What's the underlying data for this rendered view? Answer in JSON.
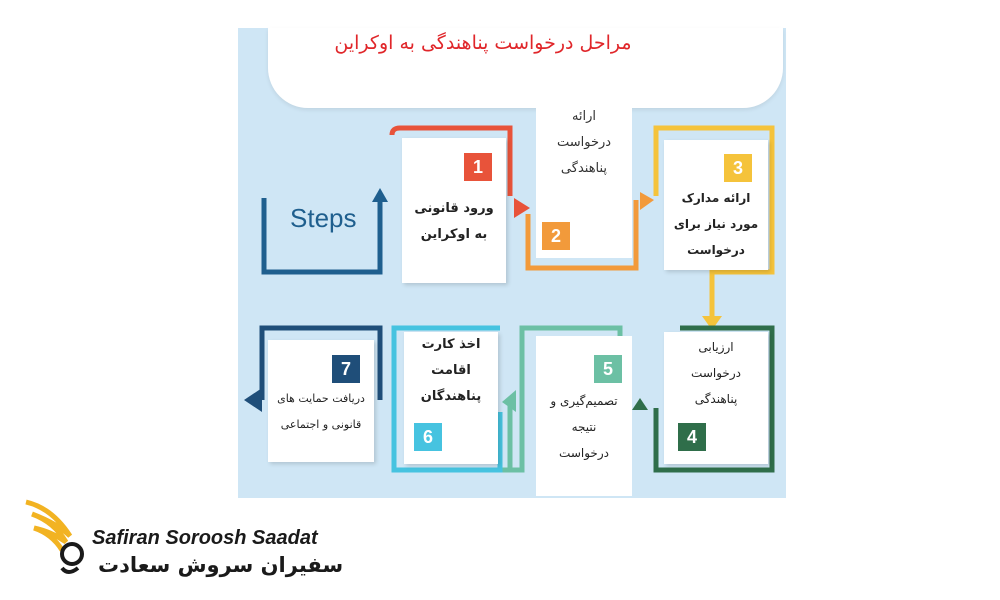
{
  "title": "مراحل درخواست پناهندگی به اوکراین",
  "steps_label": "Steps",
  "steps": [
    {
      "number": "1",
      "lines": [
        "ورود قانونی",
        "به اوکراین"
      ],
      "color": "#e8533a"
    },
    {
      "number": "2",
      "lines": [
        "ارائه",
        "درخواست",
        "پناهندگی"
      ],
      "color": "#f29a3b"
    },
    {
      "number": "3",
      "lines": [
        "ارائه مدارک",
        "مورد نیاز برای",
        "درخواست"
      ],
      "color": "#f5c33b"
    },
    {
      "number": "4",
      "lines": [
        "ارزیابی",
        "درخواست",
        "پناهندگی"
      ],
      "color": "#2f6e4a"
    },
    {
      "number": "5",
      "lines": [
        "تصمیم‌گیری و",
        "نتیجه",
        "درخواست"
      ],
      "color": "#6cc0a4"
    },
    {
      "number": "6",
      "lines": [
        "اخذ کارت",
        "اقامت",
        "پناهندگان"
      ],
      "color": "#46c3e0"
    },
    {
      "number": "7",
      "lines": [
        "دریافت حمایت های",
        "قانونی و اجتماعی"
      ],
      "color": "#1f4e79"
    }
  ],
  "brand": {
    "name_en": "Safiran Soroosh Saadat",
    "name_fa": "سفیران سروش سعادت",
    "wing_color": "#f2b322"
  }
}
